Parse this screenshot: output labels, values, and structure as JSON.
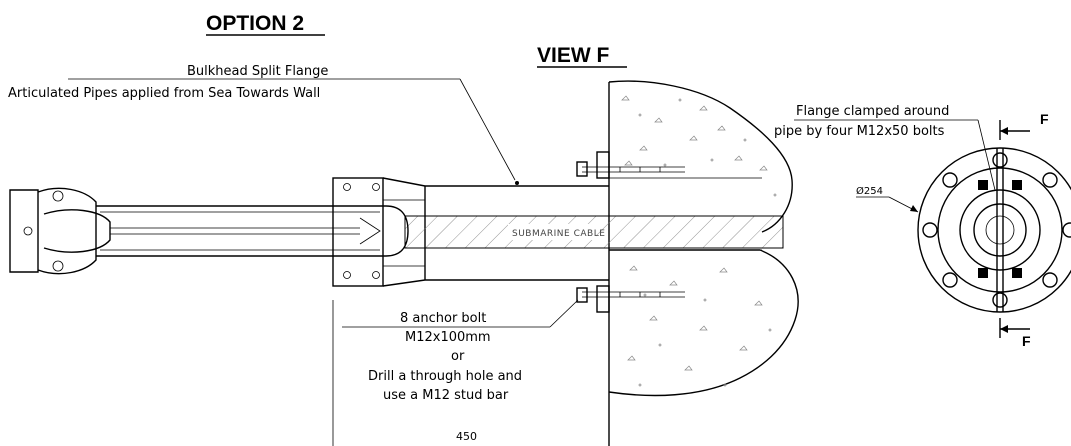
{
  "headings": {
    "option": "OPTION 2",
    "view": "VIEW F"
  },
  "labels": {
    "flange_line1": "Bulkhead Split Flange",
    "flange_line2": "Articulated Pipes  applied from Sea  Towards Wall",
    "clamp_line1": "Flange clamped around",
    "clamp_line2": "pipe by four M12x50 bolts",
    "anchor_line1": "8 anchor bolt",
    "anchor_line2": "M12x100mm",
    "anchor_line3": "or",
    "anchor_line4": "Drill a through hole and",
    "anchor_line5": "use a M12 stud bar",
    "dimension": "450",
    "diameter": "Ø254",
    "cable": "SUBMARINE CABLE",
    "section_top": "F",
    "section_bottom": "F"
  },
  "colors": {
    "line": "#000000",
    "hatch": "#888888",
    "background": "#ffffff"
  }
}
